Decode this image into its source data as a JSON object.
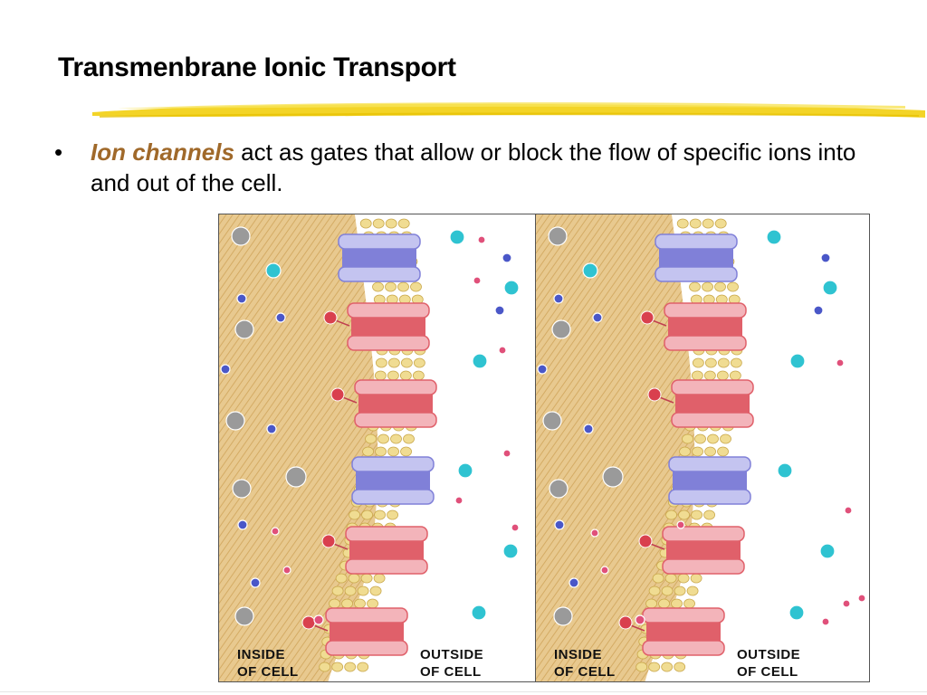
{
  "slide": {
    "title": "Transmenbrane Ionic Transport",
    "bullet": {
      "symbol": "•",
      "emphasis": "Ion channels",
      "text": " act as gates that allow or block the flow of specific ions into and out of the cell."
    }
  },
  "figure": {
    "panels": [
      {
        "inside_label": "INSIDE\nOF CELL",
        "outside_label": "OUTSIDE\nOF CELL"
      },
      {
        "inside_label": "INSIDE\nOF CELL",
        "outside_label": "OUTSIDE\nOF CELL"
      }
    ]
  },
  "colors": {
    "accent_underline": "#f2d21b",
    "emphasis_text": "#a0692a",
    "cytoplasm": "#e8c98f",
    "channel_red": "#e0606a",
    "channel_blue": "#8080d8",
    "ion_gray": "#9a9a9a",
    "ion_cyan": "#2fc3d1",
    "ion_blue": "#4a57c8",
    "ion_pink": "#e0507a"
  }
}
